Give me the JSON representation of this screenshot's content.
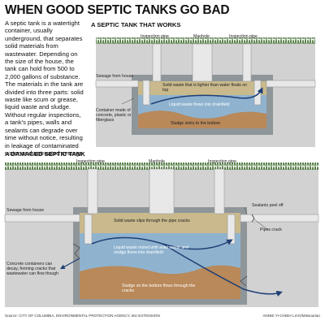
{
  "title": "WHEN GOOD SEPTIC TANKS GO BAD",
  "intro": "A septic tank is a watertight container, usually underground, that separates solid materials from wastewater. Depending on the size of the house, the tank can hold from 500 to 2,000 gallons of substance. The materials in the tank are divided into three parts: solid waste like scum or grease, liquid waste and sludge. Without regular inspections, a tank's pipes, walls and sealants can degrade over time without notice, resulting in leakage of contaminated water and untreated sewage.",
  "working": {
    "heading": "A SEPTIC TANK THAT WORKS",
    "inspection_pipe_left": "Inspection pipe",
    "manhole": "Manhole",
    "inspection_pipe_right": "Inspection pipe",
    "sewage_from_house": "Sewage from house",
    "solid_waste": "Solid waste that is lighter than water floats on top",
    "liquid_waste": "Liquid waste flows into drainfield",
    "container": "Container made of concrete, plastic or fiberglass",
    "sludge": "Sludge sinks to the bottom"
  },
  "damaged": {
    "heading": "A DAMAGED SEPTIC TANK",
    "inspection_pipe_left": "Inspection pipe",
    "manhole": "Manhole",
    "inspection_pipe_right": "Inspection pipe",
    "sewage_from_house": "Sewage from house",
    "solid_waste": "Solid waste slips through the pipe cracks",
    "sealants": "Sealants peel off",
    "pipes_crack": "Pipes crack",
    "liquid_waste": "Liquid waste mixed with solid waste and sludge flows into drainfield",
    "concrete": "Concrete containers can decay, forming cracks that wastewater can flow though",
    "sludge": "Sludge on the bottom flows through the cracks"
  },
  "source": "Source: CITY OF COLUMBIA, ENVIRONMENTAL PROTECTION AGENCY, MU EXTENSION",
  "credit": "ANNIE YI-CHIEH LIAO/Missourian",
  "colors": {
    "soil": "#cfcfcf",
    "concrete": "#8f969a",
    "scum": "#c9b98c",
    "liquid": "#8fb3cf",
    "sludge": "#b9895a",
    "pipe": "#e8e8e8",
    "flow_arrow": "#1f3f75",
    "grass": "#3c6b2a"
  }
}
